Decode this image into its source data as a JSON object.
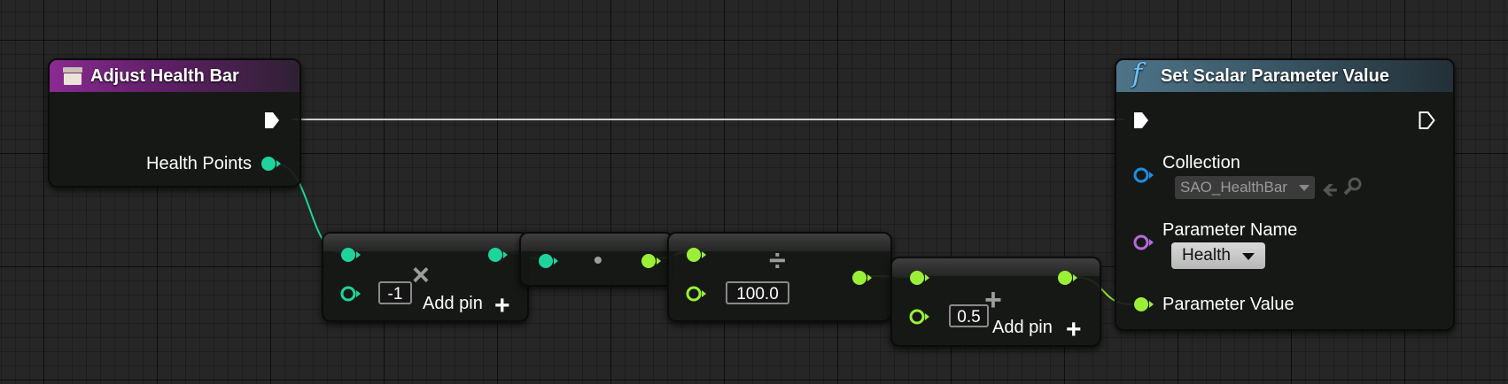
{
  "colors": {
    "exec": "#ffffff",
    "float": "#1ed49c",
    "float_green": "#9bf037",
    "object": "#1f8fe0",
    "name": "#b56bd9",
    "wire_exec": "#d0d0d0"
  },
  "nodes": {
    "adjust_health_bar": {
      "title": "Adjust Health Bar",
      "icon": "event-icon",
      "output_pin": "Health Points"
    },
    "multiply": {
      "operator": "×",
      "input_value": "-1",
      "add_pin_label": "Add pin",
      "add_pin_icon": "+"
    },
    "convert": {
      "symbol": "•"
    },
    "divide": {
      "operator": "÷",
      "input_value": "100.0"
    },
    "add": {
      "operator": "+",
      "input_value": "0.5",
      "add_pin_label": "Add pin",
      "add_pin_icon": "+"
    },
    "set_scalar": {
      "title": "Set Scalar Parameter Value",
      "icon": "function-icon",
      "pins": {
        "collection": "Collection",
        "collection_value": "SAO_HealthBar",
        "parameter_name": "Parameter Name",
        "parameter_name_value": "Health",
        "parameter_value": "Parameter Value"
      }
    }
  }
}
